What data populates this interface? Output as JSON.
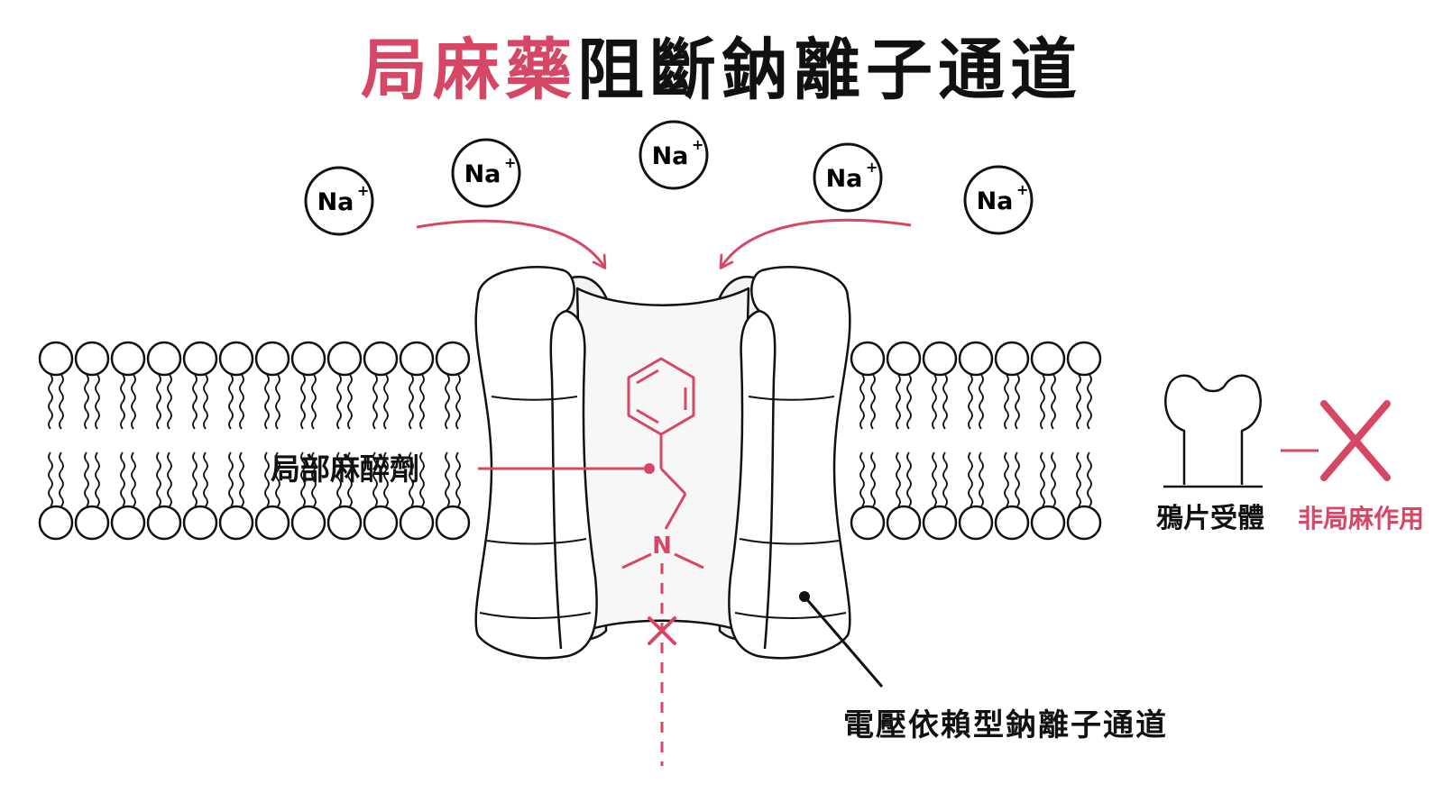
{
  "title": {
    "accent": "局麻藥",
    "rest": "阻斷鈉離子通道"
  },
  "ions": {
    "symbol": "Na",
    "charge": "+"
  },
  "labels": {
    "drug": "局部麻醉劑",
    "channel": "電壓依賴型鈉離子通道",
    "opioid_receptor": "鴉片受體",
    "not_action": "非局麻作用",
    "nitrogen": "N"
  },
  "colors": {
    "accent": "#d64766",
    "ink": "#111111"
  }
}
